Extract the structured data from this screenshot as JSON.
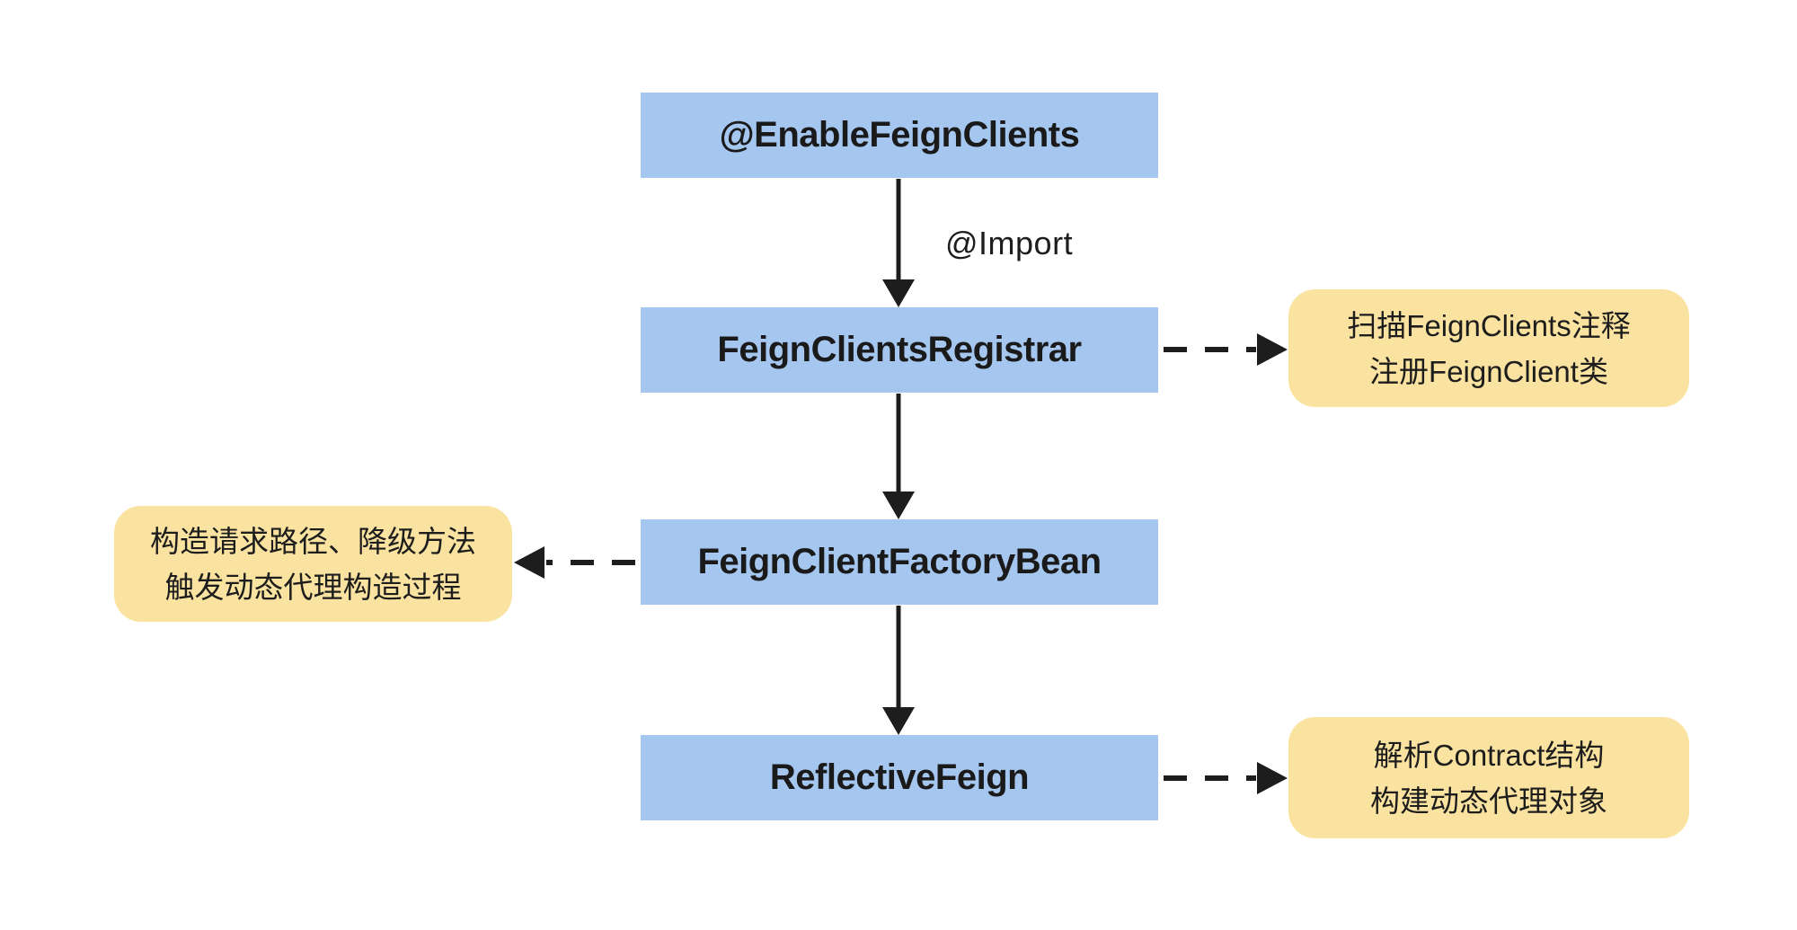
{
  "diagram": {
    "background_color": "#ffffff",
    "colors": {
      "node_fill": "#a5c6ee",
      "note_fill": "#fae3a0",
      "text": "#1d1d1d",
      "arrow": "#1d1d1d"
    },
    "nodes": [
      {
        "id": "enable-feign-clients",
        "label": "@EnableFeignClients"
      },
      {
        "id": "feign-clients-registrar",
        "label": "FeignClientsRegistrar"
      },
      {
        "id": "feign-client-factory-bean",
        "label": "FeignClientFactoryBean"
      },
      {
        "id": "reflective-feign",
        "label": "ReflectiveFeign"
      }
    ],
    "edge_label": "@Import",
    "notes": [
      {
        "id": "registrar-note",
        "line1": "扫描FeignClients注释",
        "line2": "注册FeignClient类"
      },
      {
        "id": "factory-bean-note",
        "line1": "构造请求路径、降级方法",
        "line2": "触发动态代理构造过程"
      },
      {
        "id": "reflective-feign-note",
        "line1": "解析Contract结构",
        "line2": "构建动态代理对象"
      }
    ]
  }
}
